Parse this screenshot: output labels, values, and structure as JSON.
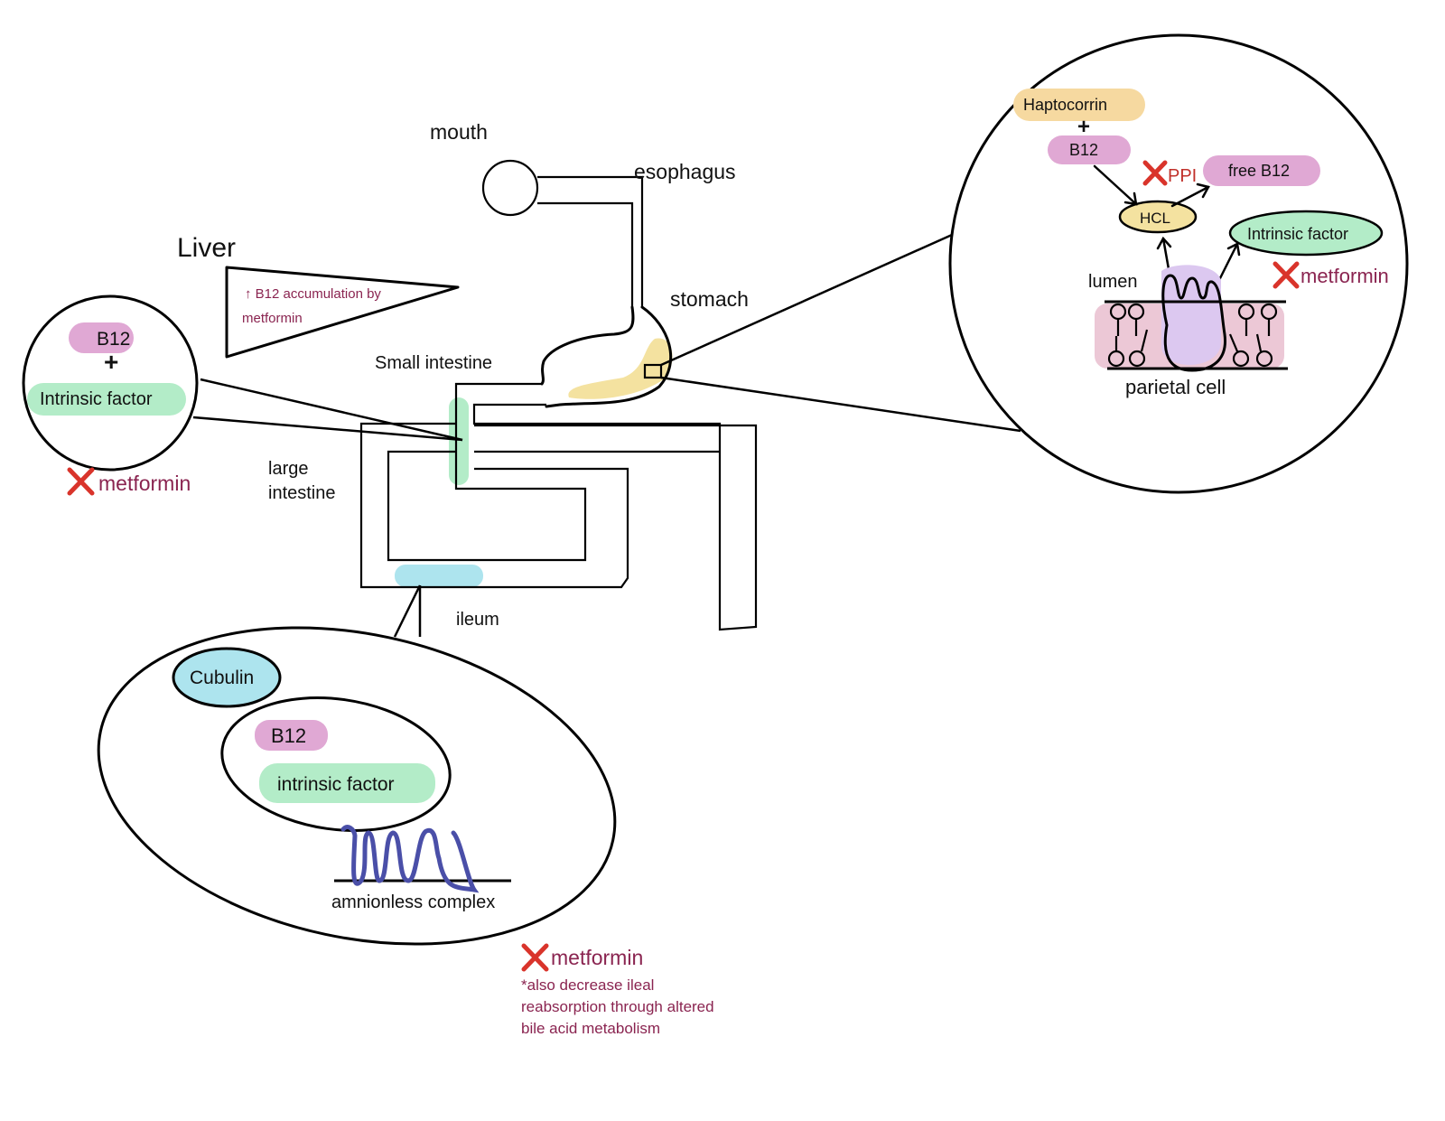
{
  "colors": {
    "b12": "#e0a8d4",
    "intrinsic_factor": "#b3ecc8",
    "haptocorrin": "#f6d9a0",
    "hcl": "#f4e2a0",
    "cubulin": "#ade4ee",
    "ileum_highlight": "#ade4ee",
    "stomach_highlight": "#f4e2a0",
    "parietal_cell": "#dcc8f0",
    "membrane": "#ecc8d6",
    "metformin_text": "#8a2450",
    "ppi_text": "#c0302a",
    "x_mark": "#d9342b",
    "amnionless": "#4a4fa8"
  },
  "organs": {
    "mouth": "mouth",
    "esophagus": "esophagus",
    "stomach": "stomach",
    "small_intestine": "Small intestine",
    "large_intestine_line1": "large",
    "large_intestine_line2": "intestine",
    "ileum": "ileum"
  },
  "liver": {
    "title": "Liver",
    "note_line1": "↑ B12 accumulation by",
    "note_line2": "metformin"
  },
  "duodenum_callout": {
    "b12": "B12",
    "plus": "+",
    "intrinsic_factor": "Intrinsic factor",
    "inhibitor": "metformin"
  },
  "stomach_callout": {
    "haptocorrin": "Haptocorrin",
    "plus": "+",
    "b12": "B12",
    "ppi": "PPI",
    "free_b12": "free B12",
    "hcl": "HCL",
    "intrinsic_factor": "Intrinsic factor",
    "metformin": "metformin",
    "lumen": "lumen",
    "parietal_cell": "parietal cell"
  },
  "ileum_callout": {
    "cubulin": "Cubulin",
    "b12": "B12",
    "intrinsic_factor": "intrinsic factor",
    "amnionless": "amnionless complex",
    "metformin": "metformin",
    "note_line1": "*also decrease ileal",
    "note_line2": "reabsorption through altered",
    "note_line3": "bile acid metabolism"
  }
}
